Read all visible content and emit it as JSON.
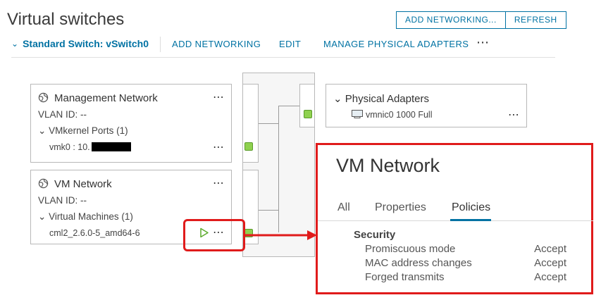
{
  "page": {
    "title": "Virtual switches"
  },
  "header_buttons": {
    "add_networking": "ADD NETWORKING...",
    "refresh": "REFRESH"
  },
  "toolbar": {
    "switch_label": "Standard Switch: vSwitch0",
    "add_networking": "ADD NETWORKING",
    "edit": "EDIT",
    "manage_adapters": "MANAGE PHYSICAL ADAPTERS",
    "more": "⋯"
  },
  "mgmt": {
    "title": "Management Network",
    "vlan": "VLAN ID: --",
    "ports_header": "VMkernel Ports (1)",
    "port_item": "vmk0 : 10."
  },
  "vmnet": {
    "title": "VM Network",
    "vlan": "VLAN ID: --",
    "vms_header": "Virtual Machines (1)",
    "vm_item": "cml2_2.6.0-5_amd64-6"
  },
  "phys": {
    "title": "Physical Adapters",
    "adapter": "vmnic0 1000 Full"
  },
  "popup": {
    "title": "VM Network",
    "tabs": [
      "All",
      "Properties",
      "Policies"
    ],
    "active_tab": "Policies",
    "section": "Security",
    "policies": [
      {
        "name": "Promiscuous mode",
        "value": "Accept"
      },
      {
        "name": "MAC address changes",
        "value": "Accept"
      },
      {
        "name": "Forged transmits",
        "value": "Accept"
      }
    ]
  },
  "colors": {
    "accent": "#0072a3",
    "highlight": "#e01b1b",
    "port": "#8fd14f"
  }
}
